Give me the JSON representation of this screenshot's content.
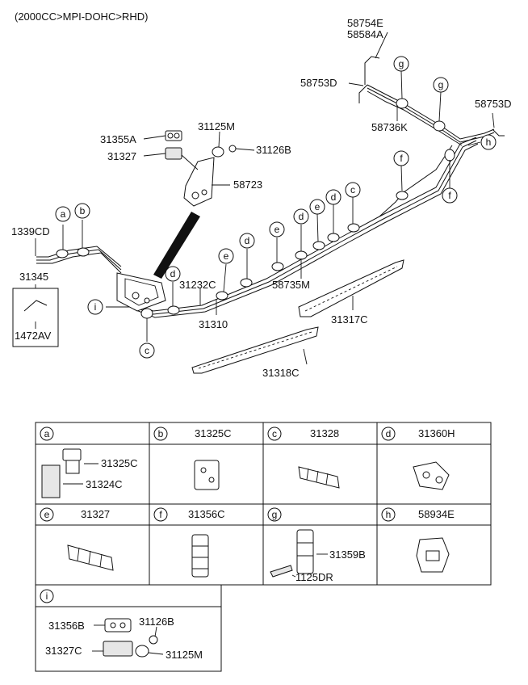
{
  "header": {
    "spec": "(2000CC>MPI-DOHC>RHD)"
  },
  "parts": {
    "p58754E": "58754E",
    "p58584A": "58584A",
    "p58753D_a": "58753D",
    "p58753D_b": "58753D",
    "p58736K": "58736K",
    "p31355A": "31355A",
    "p31327": "31327",
    "p31125M": "31125M",
    "p31126B": "31126B",
    "p58723": "58723",
    "p1339CD": "1339CD",
    "p31345": "31345",
    "p1472AV": "1472AV",
    "p31232C": "31232C",
    "p31310": "31310",
    "p58735M": "58735M",
    "p31317C": "31317C",
    "p31318C": "31318C"
  },
  "callouts": {
    "a": "a",
    "b": "b",
    "c": "c",
    "d": "d",
    "e": "e",
    "f": "f",
    "g": "g",
    "h": "h",
    "i": "i"
  },
  "table": {
    "cells": [
      {
        "letter": "a",
        "title": "",
        "parts": [
          "31325C",
          "31324C"
        ]
      },
      {
        "letter": "b",
        "title": "31325C",
        "parts": []
      },
      {
        "letter": "c",
        "title": "31328",
        "parts": []
      },
      {
        "letter": "d",
        "title": "31360H",
        "parts": []
      },
      {
        "letter": "e",
        "title": "31327",
        "parts": []
      },
      {
        "letter": "f",
        "title": "31356C",
        "parts": []
      },
      {
        "letter": "g",
        "title": "",
        "parts": [
          "31359B",
          "1125DR"
        ]
      },
      {
        "letter": "h",
        "title": "58934E",
        "parts": []
      },
      {
        "letter": "i",
        "title": "",
        "parts": [
          "31356B",
          "31126B",
          "31327C",
          "31125M"
        ]
      }
    ]
  }
}
